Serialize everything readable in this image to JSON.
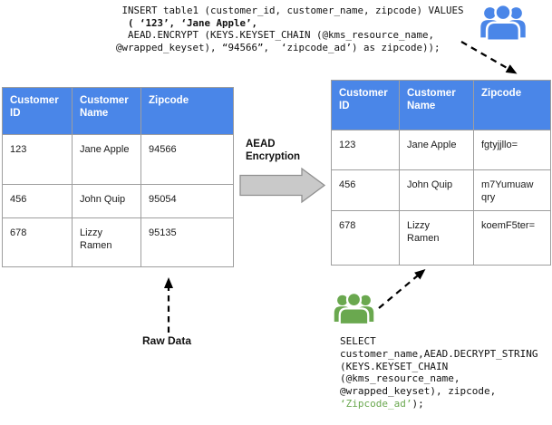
{
  "insert_query": {
    "lines": [
      " INSERT table1 (customer_id, customer_name, zipcode) VALUES",
      "  ( ‘123’, ‘Jane Apple’,",
      "  AEAD.ENCRYPT (KEYS.KEYSET_CHAIN (@kms_resource_name,",
      "@wrapped_keyset), “94566”,  ‘zipcode_ad’) as zipcode));"
    ]
  },
  "select_query": {
    "lines": [
      "SELECT",
      "customer_name,AEAD.DECRYPT_STRING",
      "(KEYS.KEYSET_CHAIN",
      "(@kms_resource_name,",
      "@wrapped_keyset), zipcode,"
    ],
    "green_arg": "‘Zipcode_ad’",
    "tail": ");"
  },
  "raw_table": {
    "headers": [
      "Customer ID",
      "Customer Name",
      "Zipcode"
    ],
    "rows": [
      [
        "123",
        "Jane Apple",
        "94566"
      ],
      [
        "456",
        "John Quip",
        "95054"
      ],
      [
        "678",
        "Lizzy Ramen",
        "95135"
      ]
    ]
  },
  "encrypted_table": {
    "headers": [
      "Customer ID",
      "Customer Name",
      "Zipcode"
    ],
    "rows": [
      [
        "123",
        "Jane Apple",
        "fgtyjjllo="
      ],
      [
        "456",
        "John Quip",
        "m7Yumuawqry"
      ],
      [
        "678",
        "Lizzy Ramen",
        "koemF5ter="
      ]
    ]
  },
  "labels": {
    "encryption_arrow": "AEAD Encryption",
    "raw_data": "Raw Data"
  },
  "icons": {
    "insert_actor": "users-group-icon",
    "select_actor": "users-group-icon"
  },
  "colors": {
    "table_header_blue": "#4a86e8",
    "actor_blue": "#4a86e8",
    "actor_green": "#6aa84f",
    "green_text": "#6aa84f",
    "block_arrow_gray": "#c9c9c9",
    "table_border_gray": "#9e9e9e"
  }
}
